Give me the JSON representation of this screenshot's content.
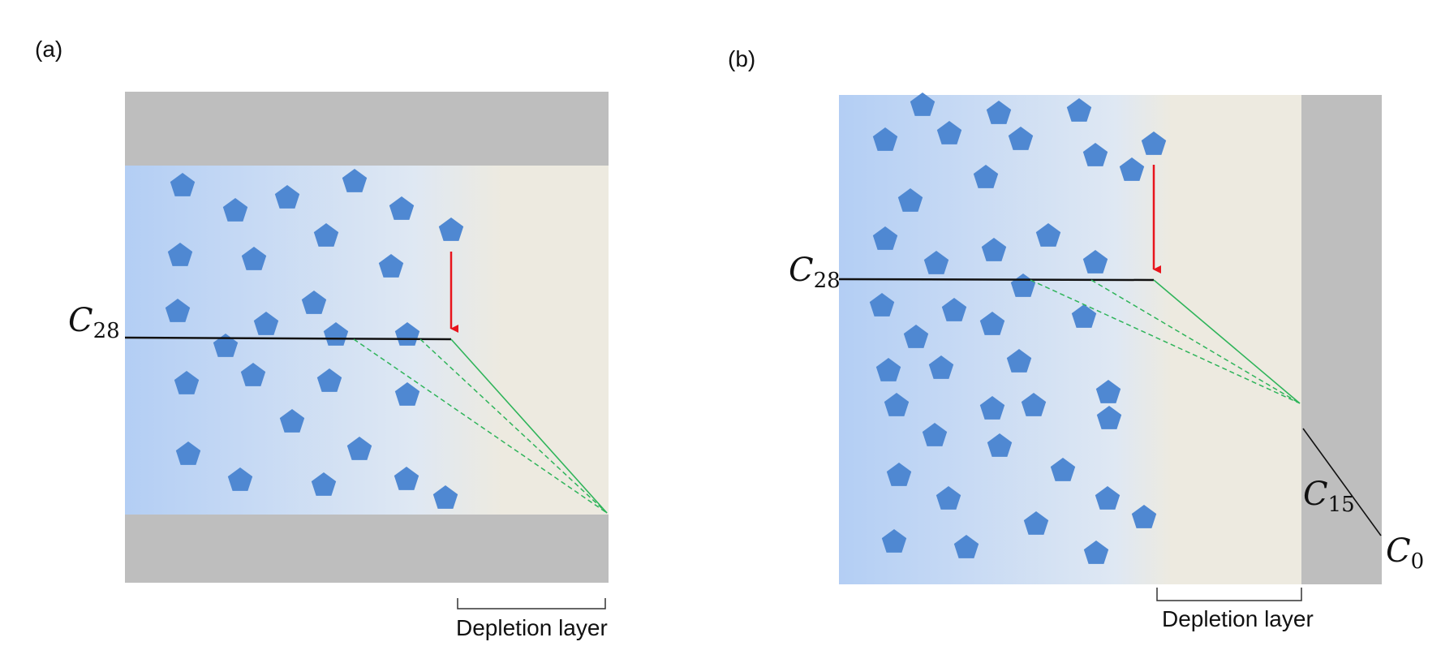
{
  "panels": [
    {
      "id": "a",
      "label": "(a)",
      "level_label": {
        "main": "C",
        "sub": "28"
      },
      "depletion_label": "Depletion layer"
    },
    {
      "id": "b",
      "label": "(b)",
      "level_label": {
        "main": "C",
        "sub": "28"
      },
      "wall_labels": [
        {
          "main": "C",
          "sub": "15"
        },
        {
          "main": "C",
          "sub": "0"
        }
      ],
      "depletion_label": "Depletion layer"
    }
  ],
  "colors": {
    "wall": "#bebebe",
    "solution_dense": "#b3cef4",
    "solution_light": "#dfe8f3",
    "depletion": "#edeae0",
    "pentagon": "#4f88d2",
    "arrow": "#e8141c",
    "contact_line": "#2fb45a",
    "level_line": "#111111"
  }
}
